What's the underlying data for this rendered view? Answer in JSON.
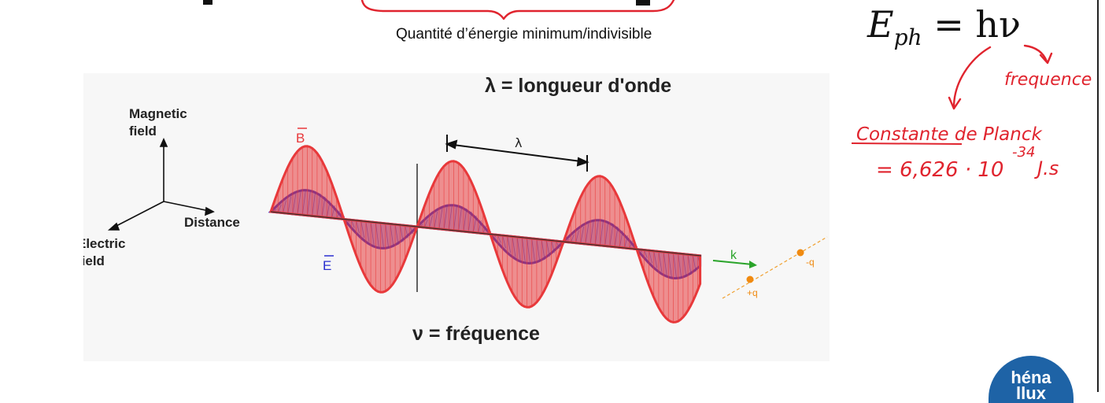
{
  "caption": "Quantité d’énergie minimum/indivisible",
  "formula": {
    "lhs": "E",
    "sub": "ph",
    "rhs": "= hν"
  },
  "figure": {
    "magnetic_label": "Magnetic\nfield",
    "electric_label": "Electric\nfield",
    "distance_label": "Distance",
    "lambda_title": "λ = longueur d'onde",
    "nu_title": "ν = fréquence",
    "lambda_symbol": "λ",
    "b_vector": "B",
    "e_vector": "E",
    "k_vector": "k",
    "minus_q": "-q",
    "plus_q": "+q"
  },
  "annotations": {
    "frequence": "frequence",
    "constante": "Constante de Planck",
    "value": "= 6,626 · 10",
    "exponent": "-34",
    "unit": "J.s"
  },
  "logo": {
    "line1": "héna",
    "line2": "llux"
  },
  "colors": {
    "wave_red": "#e8393b",
    "wave_blue": "#2a2fd0",
    "handwriting": "#e0242e",
    "logo_blue": "#1e63a6"
  }
}
